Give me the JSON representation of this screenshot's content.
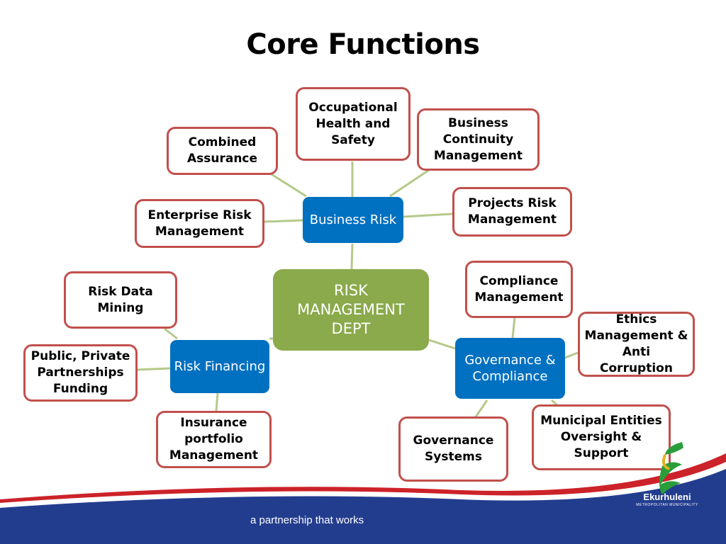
{
  "title": "Core Functions",
  "center": {
    "label": "RISK\nMANAGEMENT\nDEPT",
    "color": "#8aaa4b"
  },
  "hubs": {
    "business_risk": {
      "label": "Business Risk",
      "color": "#0070c0"
    },
    "risk_financing": {
      "label": "Risk Financing",
      "color": "#0070c0"
    },
    "governance": {
      "label": "Governance &\nCompliance",
      "color": "#0070c0"
    }
  },
  "leaves": {
    "combined_assurance": "Combined\nAssurance",
    "ohs": "Occupational\nHealth and\nSafety",
    "business_continuity": "Business\nContinuity\nManagement",
    "enterprise_risk": "Enterprise Risk\nManagement",
    "projects_risk": "Projects Risk\nManagement",
    "risk_data_mining": "Risk Data\nMining",
    "ppp_funding": "Public, Private\nPartnerships\nFunding",
    "insurance": "Insurance\nportfolio\nManagement",
    "compliance_mgmt": "Compliance\nManagement",
    "ethics": "Ethics\nManagement &\nAnti Corruption",
    "governance_systems": "Governance\nSystems",
    "municipal_entities": "Municipal Entities\nOversight &\nSupport"
  },
  "colors": {
    "leaf_border": "#c0504d",
    "connector": "#b5c98a",
    "footer_blue": "#233d8e",
    "footer_red": "#cc2229"
  },
  "footer": {
    "tagline": "a partnership that works",
    "logo_name": "Ekurhuleni",
    "logo_sub": "METROPOLITAN MUNICIPALITY"
  }
}
